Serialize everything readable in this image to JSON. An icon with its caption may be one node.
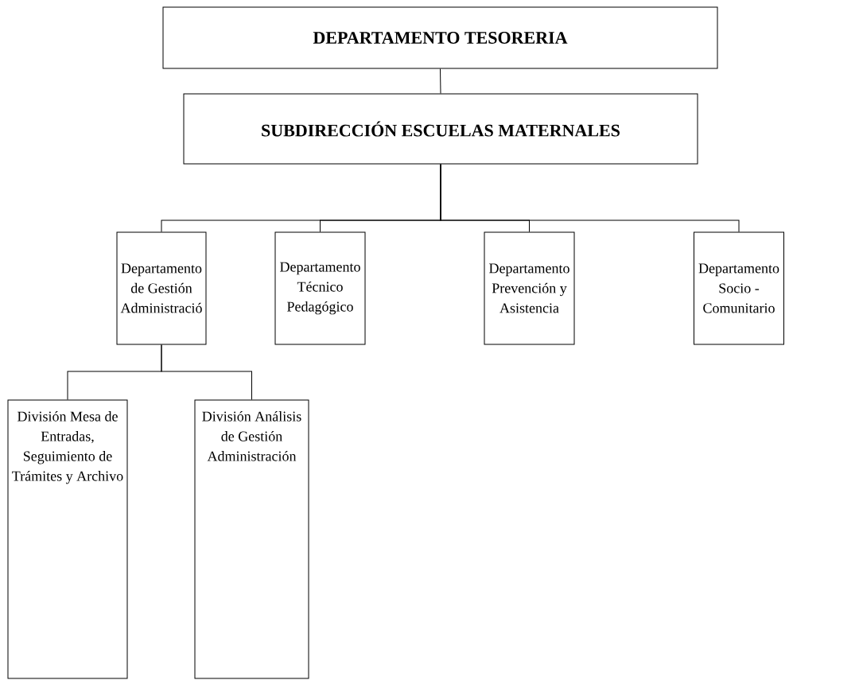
{
  "diagram": {
    "nodes": [
      {
        "text": [
          "DEPARTAMENTO TESORERIA"
        ]
      },
      {
        "text": [
          "SUBDIRECCIÓN ESCUELAS MATERNALES"
        ]
      },
      {
        "text": [
          "Departamento de Gestión Administració"
        ]
      },
      {
        "text": [
          "Departamento Técnico Pedagógico"
        ]
      },
      {
        "text": [
          "Departamento Prevención y Asistencia"
        ]
      },
      {
        "text": [
          "Departamento Socio - Comunitario"
        ]
      },
      {
        "text": [
          "División Mesa de Entradas, Seguimiento de Trámites y Archivo"
        ]
      },
      {
        "text": [
          "División Análisis de Gestión Administración"
        ]
      }
    ],
    "edges": [
      {
        "from": 0,
        "to": 1,
        "arrow": "none"
      },
      {
        "from": 1,
        "to": 2,
        "arrow": "none"
      },
      {
        "from": 1,
        "to": 3,
        "arrow": "none"
      },
      {
        "from": 1,
        "to": 4,
        "arrow": "none"
      },
      {
        "from": 1,
        "to": 5,
        "arrow": "none"
      },
      {
        "from": 2,
        "to": 6,
        "arrow": "none"
      },
      {
        "from": 2,
        "to": 7,
        "arrow": "none"
      }
    ]
  }
}
